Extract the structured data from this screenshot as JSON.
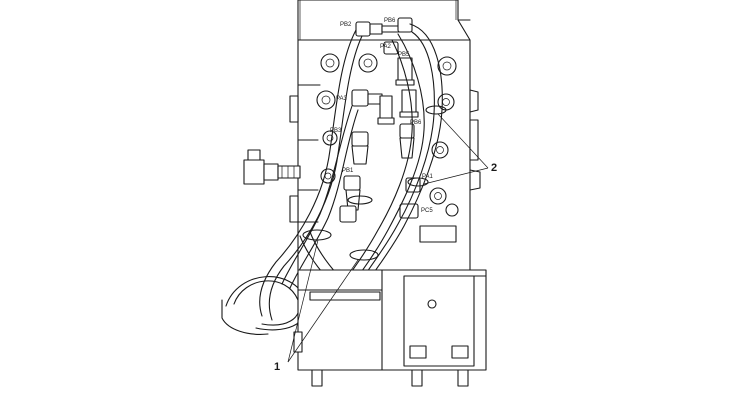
{
  "port_labels": {
    "pb2": "PB2",
    "pb6_top": "PB6",
    "pa2": "PA2",
    "pa3": "PA3",
    "pb3": "PB3",
    "pb1": "PB1",
    "pb6": "PB6",
    "pb5": "PB5",
    "pa1": "PA1",
    "pc5": "PC5"
  },
  "callouts": {
    "one": "1",
    "two": "2"
  }
}
